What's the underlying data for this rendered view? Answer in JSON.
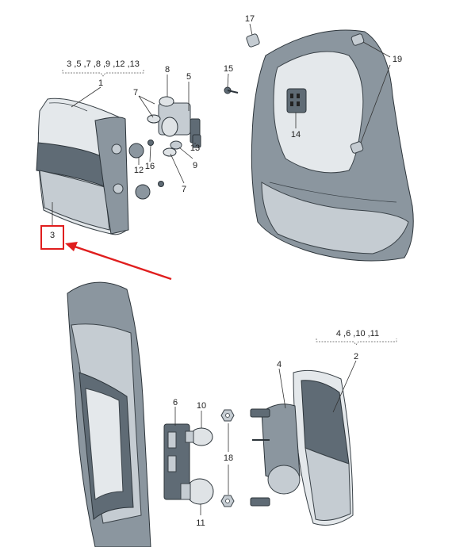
{
  "diagram": {
    "group_top": "3 ,5 ,7 ,8 ,9 ,12 ,13",
    "group_bottom": "4 ,6 ,10 ,11",
    "callouts": {
      "c1": "1",
      "c2": "2",
      "c3": "3",
      "c4": "4",
      "c5": "5",
      "c6": "6",
      "c7a": "7",
      "c7b": "7",
      "c8": "8",
      "c9": "9",
      "c10": "10",
      "c11": "11",
      "c12": "12",
      "c13": "13",
      "c14": "14",
      "c15": "15",
      "c16": "16",
      "c17": "17",
      "c18": "18",
      "c19": "19"
    },
    "highlight_color": "#e01e1e"
  }
}
